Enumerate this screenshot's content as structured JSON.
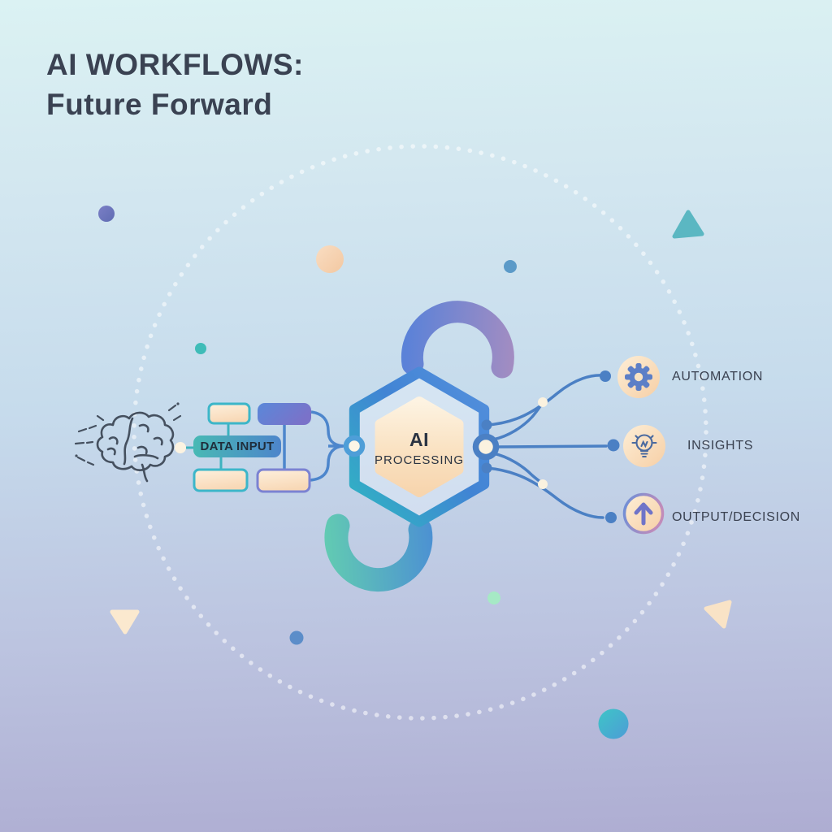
{
  "title": {
    "line1": "AI WORKFLOWS:",
    "line2": "Future Forward"
  },
  "diagram": {
    "input": {
      "icon": "brain-icon",
      "label": "DATA INPUT"
    },
    "processing": {
      "line1": "AI",
      "line2": "PROCESSING"
    },
    "outputs": [
      {
        "icon": "gear-icon",
        "label": "AUTOMATION"
      },
      {
        "icon": "lightbulb-icon",
        "label": "INSIGHTS"
      },
      {
        "icon": "arrow-up-icon",
        "label": "OUTPUT/DECISION"
      }
    ]
  },
  "colors": {
    "background_top": "#dbf2f3",
    "background_bottom": "#aeadd2",
    "title_text": "#3a4252",
    "label_text": "#3a4150",
    "teal_accent": "#3db4c4",
    "blue_accent": "#4b80c4",
    "indigo_accent": "#7a74ca",
    "peach_fill": "#f8d8b6",
    "cream_fill": "#fbf2df",
    "arc_top_gradient": [
      "#5b82d8",
      "#b48fbc"
    ],
    "arc_bottom_gradient": [
      "#62cbb2",
      "#4b8ed4"
    ],
    "mint_dot": "#a6e9c5"
  }
}
